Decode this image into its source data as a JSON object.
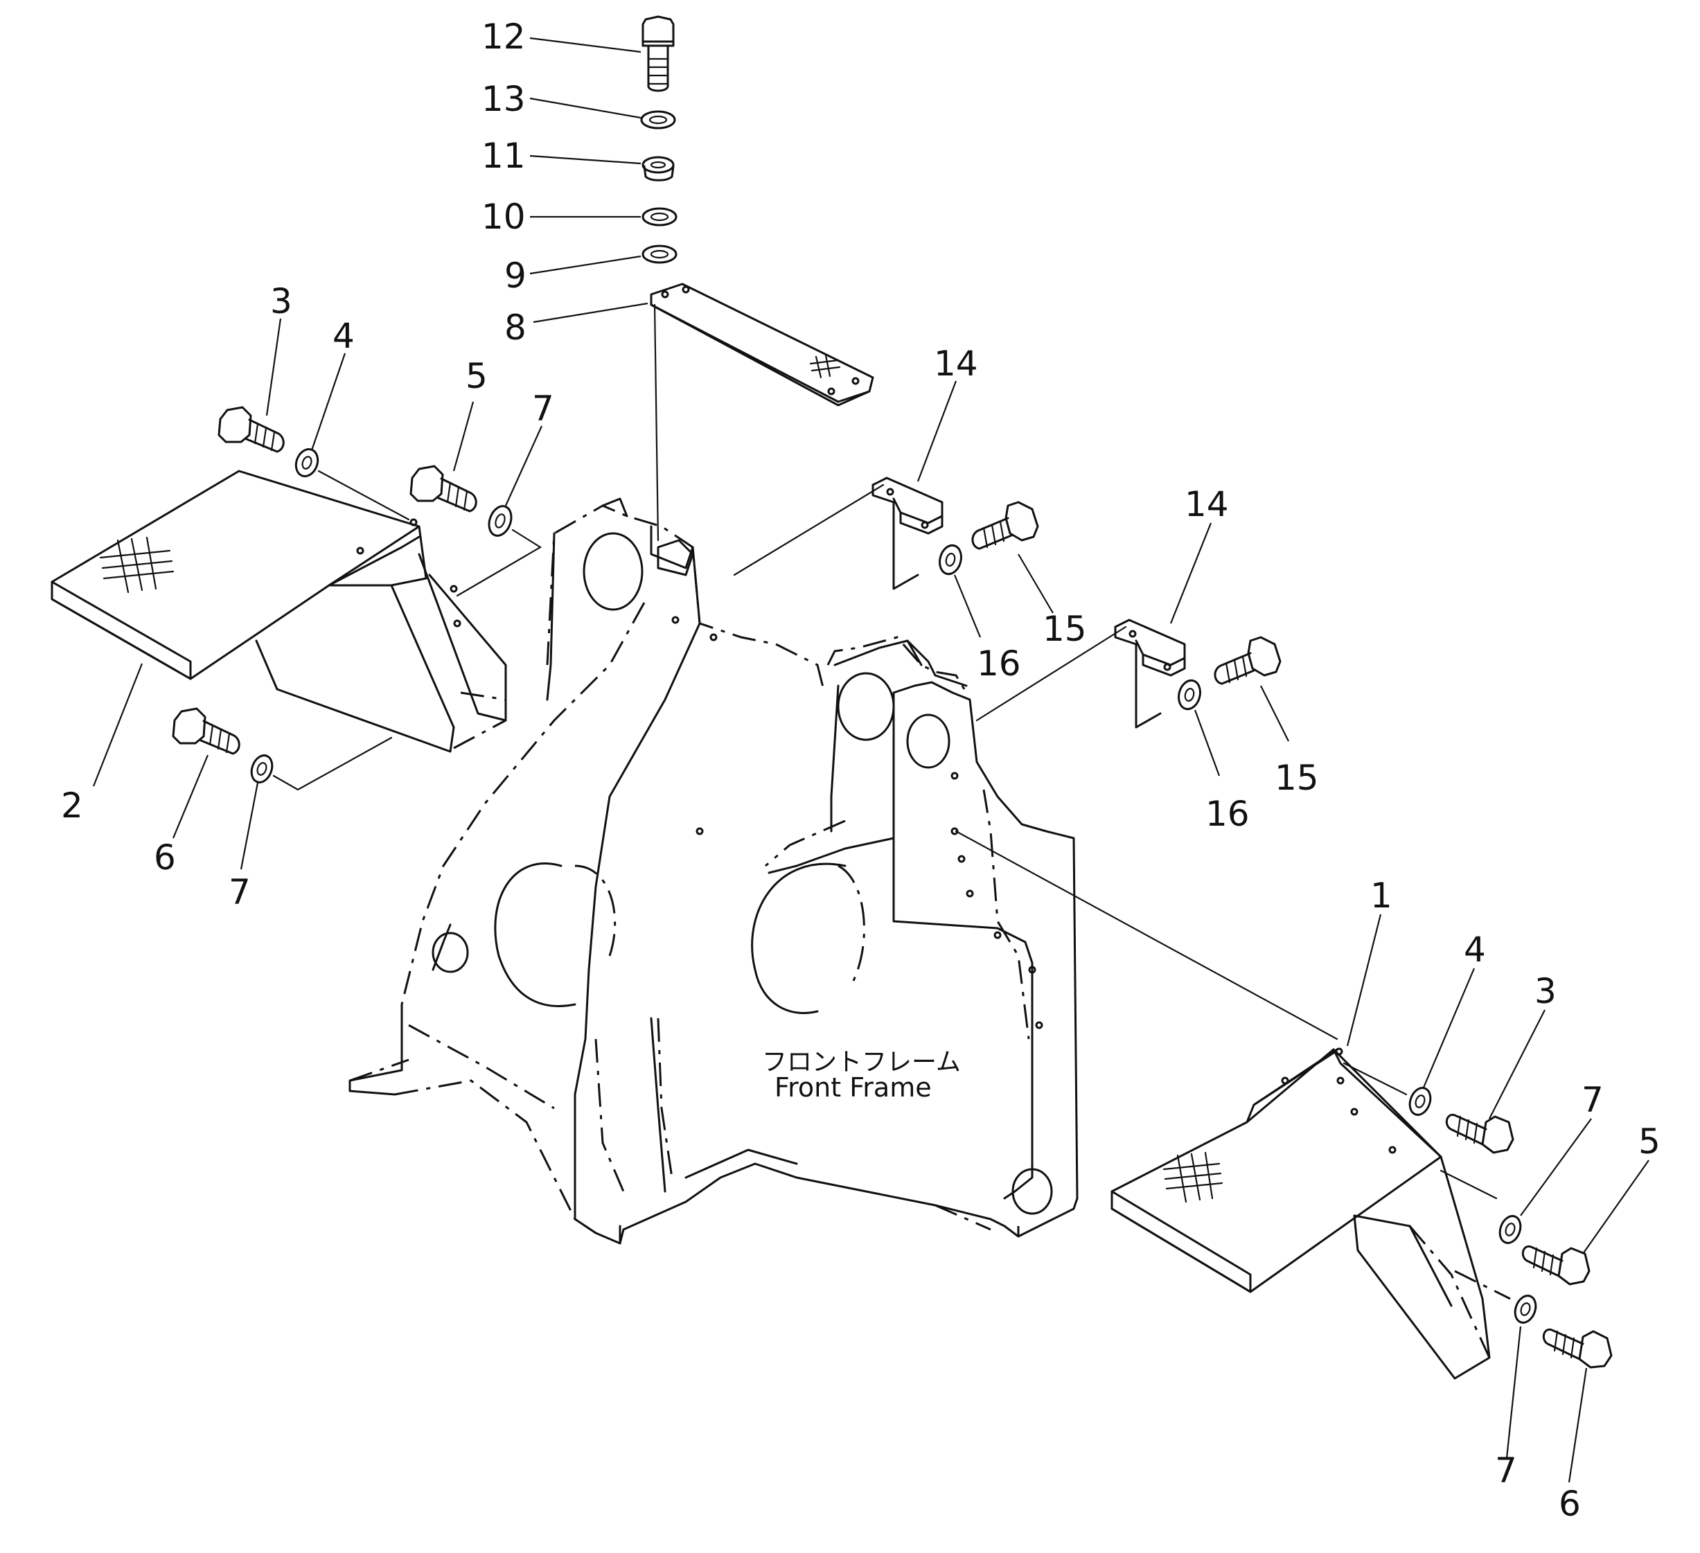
{
  "frame_caption": {
    "japanese": "フロントフレーム",
    "english": "Front Frame"
  },
  "callouts": {
    "c1": "1",
    "c2": "2",
    "c3": "3",
    "c4": "4",
    "c5": "5",
    "c6": "6",
    "c7": "7",
    "c8": "8",
    "c9": "9",
    "c10": "10",
    "c11": "11",
    "c12": "12",
    "c13": "13",
    "c14": "14",
    "c15": "15",
    "c16": "16"
  }
}
